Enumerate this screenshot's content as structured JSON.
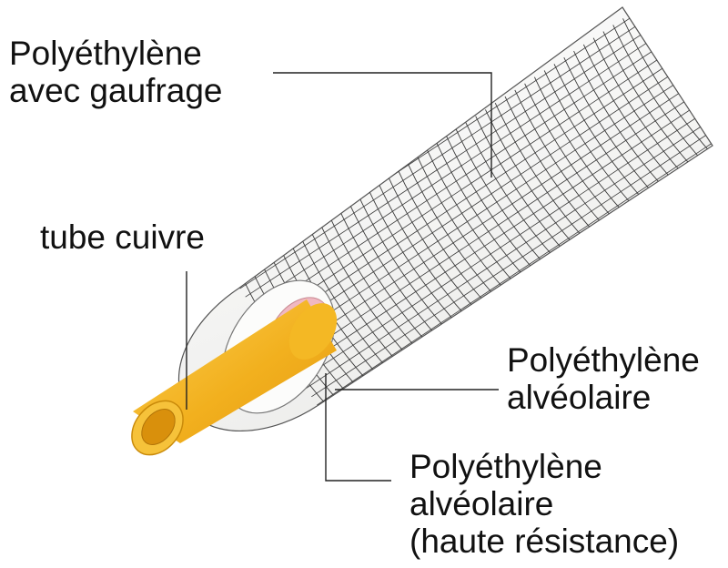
{
  "labels": {
    "outer": {
      "lines": [
        "Polyéthylène",
        "avec gaufrage"
      ]
    },
    "copper": {
      "lines": [
        "tube cuivre"
      ]
    },
    "foam": {
      "lines": [
        "Polyéthylène",
        "alvéolaire"
      ]
    },
    "foam_hr": {
      "lines": [
        "Polyéthylène",
        "alvéolaire",
        "(haute résistance)"
      ]
    }
  },
  "colors": {
    "copper": "#f2b01e",
    "copper_dark": "#c98a0a",
    "copper_bore": "#d9900c",
    "insulation": "#f7f7f5",
    "mesh": "#3a3a3a",
    "inner_layer": "#f0b8c2",
    "leader": "#222222"
  }
}
